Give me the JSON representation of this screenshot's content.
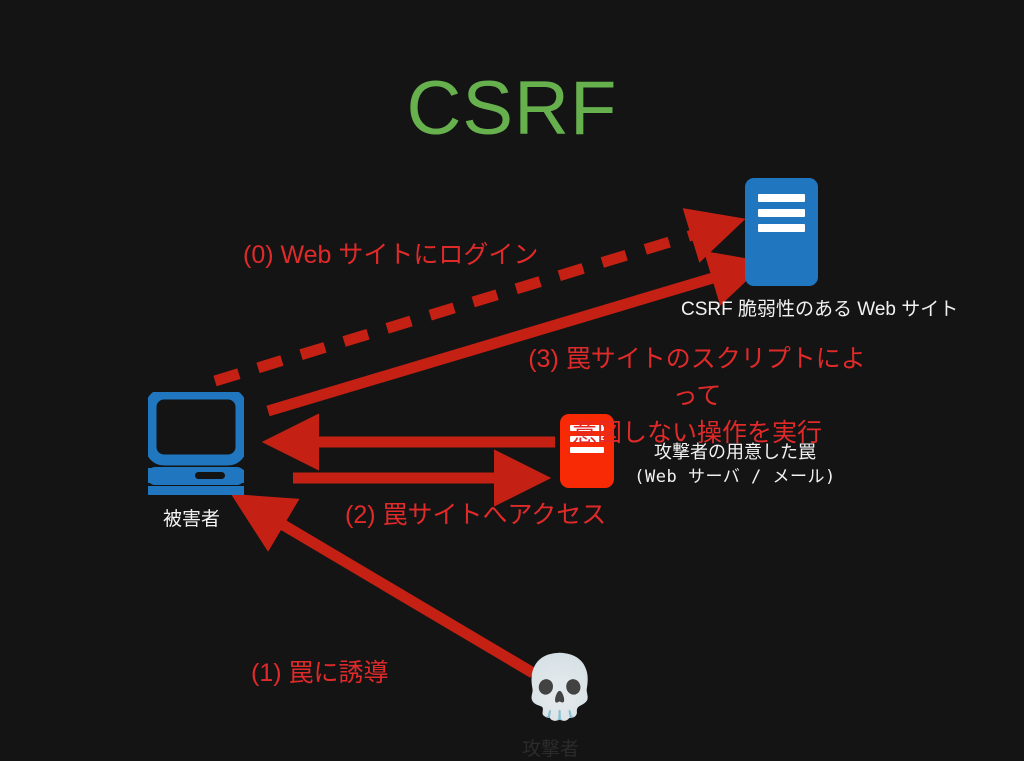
{
  "slide": {
    "background_color": "#141414",
    "title": "CSRF",
    "title_color": "#66b14e"
  },
  "nodes": {
    "website": {
      "label": "CSRF 脆弱性のある Web サイト",
      "icon": "document-card-icon",
      "color": "#2076bf"
    },
    "trap": {
      "label_line1": "攻撃者の用意した罠",
      "label_line2": "(Web サーバ / メール)",
      "icon": "document-card-icon",
      "color": "#f72a05"
    },
    "victim": {
      "label": "被害者",
      "icon": "computer-icon",
      "color": "#2076bf"
    },
    "attacker": {
      "label": "攻撃者",
      "icon": "skull-icon",
      "glyph": "💀"
    }
  },
  "steps": [
    {
      "id": "step0",
      "label": "(0) Web サイトにログイン",
      "style": "dashed",
      "color": "#c42114",
      "from": "victim",
      "to": "website"
    },
    {
      "id": "step1",
      "label": "(1) 罠に誘導",
      "style": "solid",
      "color": "#c42114",
      "from": "attacker",
      "to": "victim"
    },
    {
      "id": "step2",
      "label": "(2) 罠サイトへアクセス",
      "style": "solid",
      "color": "#c42114",
      "from": "victim",
      "to": "trap"
    },
    {
      "id": "step3",
      "label_line1": "(3) 罠サイトのスクリプトによって",
      "label_line2": "意図しない操作を実行",
      "style": "solid",
      "color": "#c42114",
      "from": "trap",
      "to": "website"
    }
  ],
  "colors": {
    "arrow_red": "#c42114",
    "text_red": "#e02a2a",
    "text_white": "#f2f2f2",
    "accent_green": "#66b14e",
    "node_blue": "#2076bf",
    "node_red": "#f72a05"
  }
}
